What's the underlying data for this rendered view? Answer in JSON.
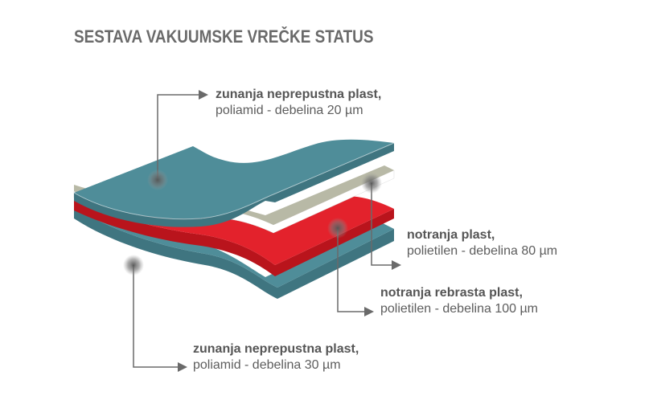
{
  "title": "SESTAVA VAKUUMSKE VREČKE STATUS",
  "colors": {
    "outer_layer": "#4f8d99",
    "outer_layer_edge": "#3f7580",
    "beige_layer": "#b8b9a6",
    "red_layer": "#e3222c",
    "red_layer_dark": "#b9141c",
    "leader_line": "#6a6a6a",
    "title_text": "#6a6a6a"
  },
  "callouts": {
    "top_outer": {
      "name": "zunanja neprepustna plast,",
      "spec": "poliamid - debelina 20 µm"
    },
    "inner": {
      "name": "notranja plast,",
      "spec": "polietilen - debelina 80 µm"
    },
    "inner_ribbed": {
      "name": "notranja rebrasta plast,",
      "spec": "polietilen - debelina 100 µm"
    },
    "bottom_outer": {
      "name": "zunanja neprepustna plast,",
      "spec": "poliamid - debelina 30 µm"
    }
  }
}
